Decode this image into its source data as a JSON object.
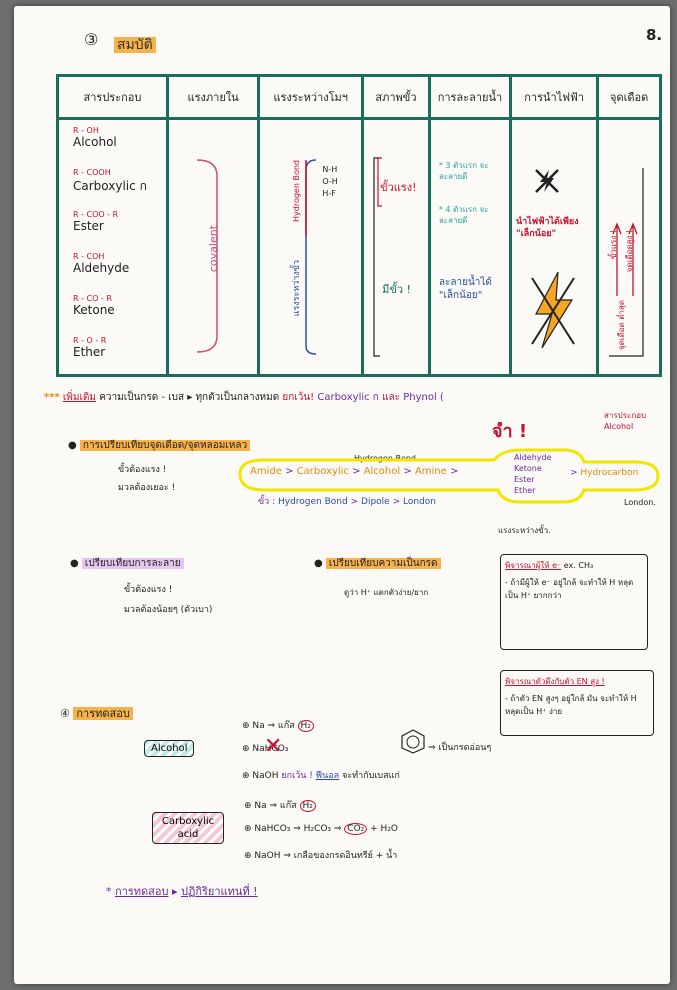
{
  "page_number": "8.",
  "section3": {
    "number": "③",
    "title": "สมบัติ"
  },
  "table": {
    "headers": [
      "สารประกอบ",
      "แรงภายใน",
      "แรงระหว่างโมฯ",
      "สภาพขั้ว",
      "การละลายน้ำ",
      "การนำไฟฟ้า",
      "จุดเดือด"
    ],
    "compounds": [
      {
        "formula": "R - OH",
        "name": "Alcohol"
      },
      {
        "formula": "R - COOH",
        "name": "Carboxylic",
        "suffix": "ก"
      },
      {
        "formula": "R - COO - R",
        "name": "Ester"
      },
      {
        "formula": "R - COH",
        "name": "Aldehyde"
      },
      {
        "formula": "R - CO - R",
        "name": "Ketone"
      },
      {
        "formula": "R - O - R",
        "name": "Ether"
      }
    ],
    "covalent_label": "covalent",
    "hbond_label": "Hydrogen Bond",
    "hbond_bonds": [
      "N-H",
      "O-H",
      "H-F"
    ],
    "dipole_label": "แรงระหว่างขั้ว",
    "polarity_strong": "ขั้วแรง!",
    "polarity_has": "มีขั้ว !",
    "solubility_1": "* 3 ตัวแรก จะละลายดี",
    "solubility_2": "* 4 ตัวแรก จะละลายดี",
    "solubility_3": "ละลายน้ำได้ \"เล็กน้อย\"",
    "conduct_note": "นำไฟฟ้าได้เพียง \"เล็กน้อย\"",
    "bp_strong": "ขั้วแรง !",
    "bp_high": "จุดเดือดสูง !",
    "bp_low_label": "จุดเดือด ต่ำสุด"
  },
  "extra_note": {
    "stars": "***",
    "label": "เพิ่มเติม",
    "text": "ความเป็นกรด - เบส",
    "arrow_text": "ทุกตัวเป็นกลางหมด",
    "except": "ยกเว้น!",
    "exc1": "Carboxylic ก",
    "and": "และ",
    "exc2": "Phynol (",
    "aromatic": "สารประกอบ Alcohol"
  },
  "bp_compare": {
    "title": "การเปรียบเทียบจุดเดือด/จุดหลอมเหลว",
    "note1": "ขั้วต้องแรง !",
    "note2": "มวลต้องเยอะ !",
    "remember": "จำ !",
    "hbond_title": "Hydrogen Bond",
    "chain": [
      "Amide",
      "Carboxylic",
      "Alcohol",
      "Amine"
    ],
    "group": [
      "Aldehyde",
      "Ketone",
      "Ester",
      "Ether"
    ],
    "hydrocarbon": "Hydrocarbon",
    "london": "London.",
    "between_poles": "แรงระหว่างขั้ว.",
    "force_order_label": "ขั้ว :",
    "force_order": [
      "Hydrogen Bond",
      "Dipole",
      "London"
    ]
  },
  "solubility_compare": {
    "title": "เปรียบเทียบการละลาย",
    "note1": "ขั้วต้องแรง !",
    "note2": "มวลต้องน้อยๆ (ตัวเบา)"
  },
  "acidity_compare": {
    "title": "เปรียบเทียบความเป็นกรด",
    "note": "ดูว่า H⁺ แตกตัวง่าย/ยาก",
    "box1_title": "พิจารณาผู้ให้ e⁻",
    "box1_eg": "ex. CH₃",
    "box1_text": "- ถ้ามีผู้ให้ e⁻ อยู่ใกล้ จะทำให้ H หลุดเป็น H⁺ ยากกว่า",
    "box2_title": "พิจารณาตัวดึงกับตัว EN สูง !",
    "box2_text": "- ถ้าตัว EN สูงๆ อยู่ใกล้ มัน จะทำให้ H หลุดเป็น H⁺ ง่าย"
  },
  "section4": {
    "number": "④",
    "title": "การทดสอบ",
    "alcohol": "Alcohol",
    "alcohol_tests": [
      "⊕ Na ⇒ แก๊ส",
      "⊕ NaHCO₃",
      "⊕ NaOH"
    ],
    "h2": "H₂",
    "except": "ยกเว้น !",
    "phenol": "ฟีนอล",
    "phenol_text": "จะทำกับเบสแก่",
    "phenol_result": "⇒ เป็นกรดอ่อนๆ",
    "carboxylic": "Carboxylic acid",
    "carb_tests": [
      "⊕ Na ⇒ แก๊ส",
      "⊕ NaHCO₃ ⇒ H₂CO₃ ⇒",
      "⊕ NaOH ⇒ เกลือของกรดอินทรีย์ + น้ำ"
    ],
    "co2": "CO₂",
    "h2o": "+ H₂O",
    "footer_star": "*",
    "footer_a": "การทดสอบ",
    "footer_b": "ปฏิกิริยาแทนที่ !"
  }
}
